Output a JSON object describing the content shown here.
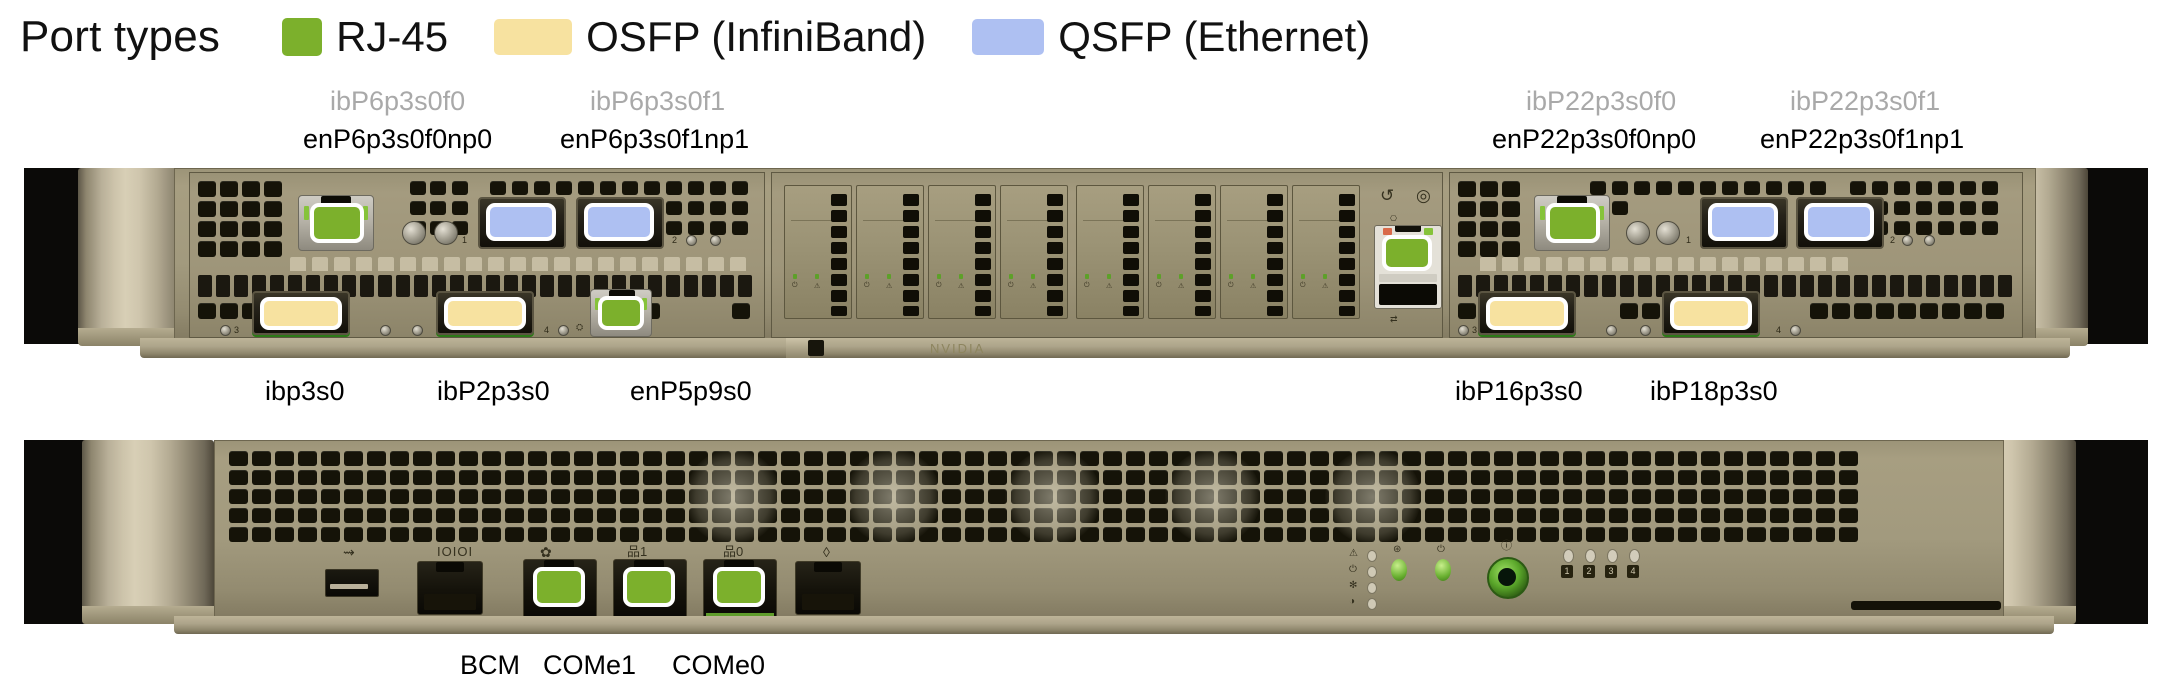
{
  "legend": {
    "title": "Port types",
    "items": [
      {
        "label": "RJ-45",
        "color": "#7CB02C",
        "icon": "rj45-swatch"
      },
      {
        "label": "OSFP (InfiniBand)",
        "color": "#F7E2A0",
        "icon": "osfp-swatch"
      },
      {
        "label": "QSFP (Ethernet)",
        "color": "#AEC0F2",
        "icon": "qsfp-swatch"
      }
    ]
  },
  "colors": {
    "rj45": "#7CB02C",
    "osfp": "#F7E2A0",
    "qsfp": "#AEC0F2",
    "ib_label": "#A9A9A9",
    "en_label": "#000000",
    "chassis": "#A29A7E"
  },
  "front_view": {
    "top_labels": [
      {
        "ib": "ibP6p3s0f0",
        "en": "enP6p3s0f0np0"
      },
      {
        "ib": "ibP6p3s0f1",
        "en": "enP6p3s0f1np1"
      },
      {
        "ib": "ibP22p3s0f0",
        "en": "enP22p3s0f0np0"
      },
      {
        "ib": "ibP22p3s0f1",
        "en": "enP22p3s0f1np1"
      }
    ],
    "bottom_labels": [
      "ibp3s0",
      "ibP2p3s0",
      "enP5p9s0",
      "ibP16p3s0",
      "ibP18p3s0"
    ],
    "brand": "NVIDIA",
    "drive_bay_count": 8,
    "io_icons": [
      "reset-icon",
      "id-icon",
      "power-icon",
      "mgmt-rj45-icon",
      "micro-usb-icon",
      "nvl-led-icon",
      "warning-led-icon",
      "usb-icon",
      "display-icon"
    ]
  },
  "rear_view": {
    "labels": [
      "BCM",
      "COMe1",
      "COMe0"
    ],
    "port_icons": [
      "usb-icon",
      "serial-icon",
      "gear-icon",
      "network-1-icon",
      "network-0-icon",
      "droplet-icon"
    ],
    "status_icons": [
      "warning-led-icon",
      "power-led-icon",
      "fan-led-icon",
      "id-led-icon"
    ],
    "psu_numbers": [
      "1",
      "2",
      "3",
      "4"
    ],
    "power_button": "power-button"
  }
}
